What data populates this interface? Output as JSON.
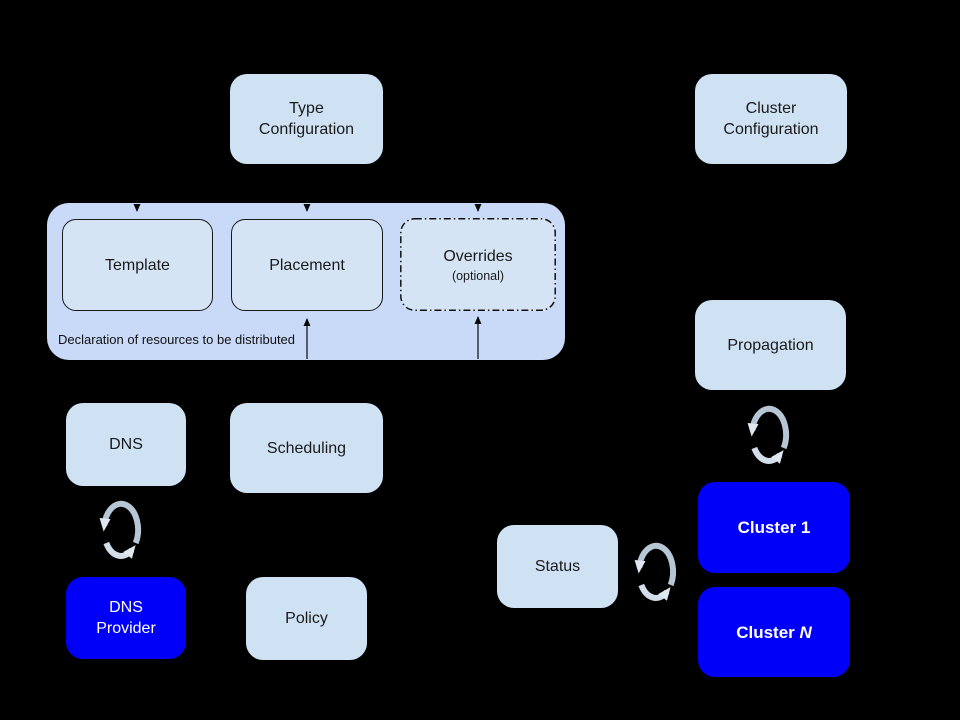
{
  "diagram": {
    "title": "federation-architecture-diagram",
    "colors": {
      "background": "#000000",
      "light_box": "#cfe2f3",
      "group_box": "#c9daf8",
      "inner_box": "#d5e4f5",
      "highlight_box": "#0000fa",
      "dark_text": "#1a1a1a",
      "light_text": "#ffffff",
      "sync_arc_top": "#b7c6d4",
      "sync_arc_bottom": "#d3deea",
      "connector": "#111111"
    },
    "icons": {
      "sync": "circular-sync-arrows"
    },
    "nodes": {
      "type_configuration": {
        "line1": "Type",
        "line2": "Configuration"
      },
      "cluster_configuration": {
        "line1": "Cluster",
        "line2": "Configuration"
      },
      "resource_declaration": {
        "caption": "Declaration of resources to be distributed",
        "template": {
          "label": "Template"
        },
        "placement": {
          "label": "Placement"
        },
        "overrides": {
          "label": "Overrides",
          "sublabel": "(optional)"
        }
      },
      "propagation": {
        "label": "Propagation"
      },
      "dns": {
        "label": "DNS"
      },
      "scheduling": {
        "label": "Scheduling"
      },
      "dns_provider": {
        "line1": "DNS",
        "line2": "Provider"
      },
      "policy": {
        "label": "Policy"
      },
      "status": {
        "label": "Status"
      },
      "cluster_1": {
        "prefix": "Cluster",
        "suffix": "1"
      },
      "cluster_n": {
        "prefix": "Cluster",
        "suffix": "N"
      }
    }
  }
}
